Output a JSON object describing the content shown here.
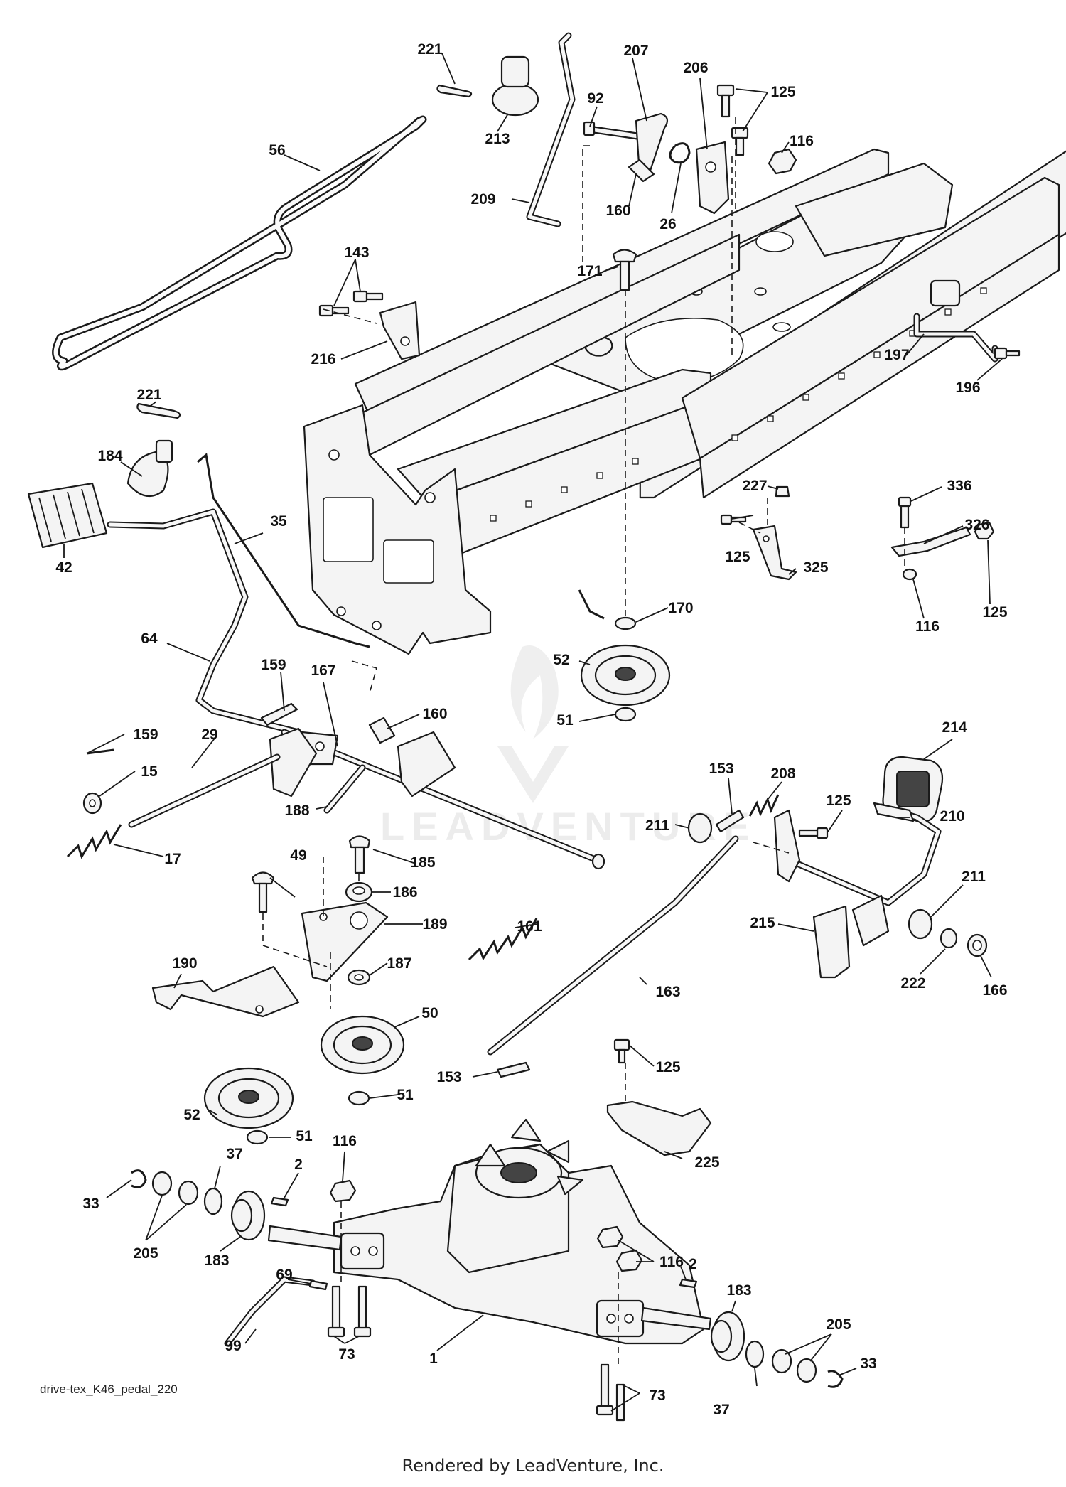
{
  "watermark": "LEADVENTURE",
  "drawing_id": "drive-tex_K46_pedal_220",
  "footer": "Rendered by LeadVenture, Inc.",
  "parts": [
    {
      "id": "c1",
      "label": "1"
    },
    {
      "id": "c2a",
      "label": "2"
    },
    {
      "id": "c2b",
      "label": "2"
    },
    {
      "id": "c15",
      "label": "15"
    },
    {
      "id": "c17",
      "label": "17"
    },
    {
      "id": "c26",
      "label": "26"
    },
    {
      "id": "c29",
      "label": "29"
    },
    {
      "id": "c33a",
      "label": "33"
    },
    {
      "id": "c33b",
      "label": "33"
    },
    {
      "id": "c35",
      "label": "35"
    },
    {
      "id": "c37a",
      "label": "37"
    },
    {
      "id": "c37b",
      "label": "37"
    },
    {
      "id": "c42",
      "label": "42"
    },
    {
      "id": "c49",
      "label": "49"
    },
    {
      "id": "c50",
      "label": "50"
    },
    {
      "id": "c51a",
      "label": "51"
    },
    {
      "id": "c51b",
      "label": "51"
    },
    {
      "id": "c51c",
      "label": "51"
    },
    {
      "id": "c52a",
      "label": "52"
    },
    {
      "id": "c52b",
      "label": "52"
    },
    {
      "id": "c56",
      "label": "56"
    },
    {
      "id": "c64",
      "label": "64"
    },
    {
      "id": "c69",
      "label": "69"
    },
    {
      "id": "c73a",
      "label": "73"
    },
    {
      "id": "c73b",
      "label": "73"
    },
    {
      "id": "c92",
      "label": "92"
    },
    {
      "id": "c99",
      "label": "99"
    },
    {
      "id": "c116a",
      "label": "116"
    },
    {
      "id": "c116b",
      "label": "116"
    },
    {
      "id": "c116c",
      "label": "116"
    },
    {
      "id": "c116d",
      "label": "116"
    },
    {
      "id": "c125a",
      "label": "125"
    },
    {
      "id": "c125b",
      "label": "125"
    },
    {
      "id": "c125c",
      "label": "125"
    },
    {
      "id": "c125d",
      "label": "125"
    },
    {
      "id": "c125e",
      "label": "125"
    },
    {
      "id": "c143",
      "label": "143"
    },
    {
      "id": "c153a",
      "label": "153"
    },
    {
      "id": "c153b",
      "label": "153"
    },
    {
      "id": "c159a",
      "label": "159"
    },
    {
      "id": "c159b",
      "label": "159"
    },
    {
      "id": "c160a",
      "label": "160"
    },
    {
      "id": "c160b",
      "label": "160"
    },
    {
      "id": "c161",
      "label": "161"
    },
    {
      "id": "c163",
      "label": "163"
    },
    {
      "id": "c166",
      "label": "166"
    },
    {
      "id": "c167",
      "label": "167"
    },
    {
      "id": "c170",
      "label": "170"
    },
    {
      "id": "c171",
      "label": "171"
    },
    {
      "id": "c183a",
      "label": "183"
    },
    {
      "id": "c183b",
      "label": "183"
    },
    {
      "id": "c184",
      "label": "184"
    },
    {
      "id": "c185",
      "label": "185"
    },
    {
      "id": "c186",
      "label": "186"
    },
    {
      "id": "c187",
      "label": "187"
    },
    {
      "id": "c188",
      "label": "188"
    },
    {
      "id": "c189",
      "label": "189"
    },
    {
      "id": "c190",
      "label": "190"
    },
    {
      "id": "c196",
      "label": "196"
    },
    {
      "id": "c197",
      "label": "197"
    },
    {
      "id": "c205a",
      "label": "205"
    },
    {
      "id": "c205b",
      "label": "205"
    },
    {
      "id": "c206",
      "label": "206"
    },
    {
      "id": "c207",
      "label": "207"
    },
    {
      "id": "c208",
      "label": "208"
    },
    {
      "id": "c209",
      "label": "209"
    },
    {
      "id": "c210",
      "label": "210"
    },
    {
      "id": "c211a",
      "label": "211"
    },
    {
      "id": "c211b",
      "label": "211"
    },
    {
      "id": "c213",
      "label": "213"
    },
    {
      "id": "c214",
      "label": "214"
    },
    {
      "id": "c215",
      "label": "215"
    },
    {
      "id": "c216",
      "label": "216"
    },
    {
      "id": "c221a",
      "label": "221"
    },
    {
      "id": "c221b",
      "label": "221"
    },
    {
      "id": "c222",
      "label": "222"
    },
    {
      "id": "c225",
      "label": "225"
    },
    {
      "id": "c227",
      "label": "227"
    },
    {
      "id": "c325",
      "label": "325"
    },
    {
      "id": "c326",
      "label": "326"
    },
    {
      "id": "c336",
      "label": "336"
    }
  ]
}
